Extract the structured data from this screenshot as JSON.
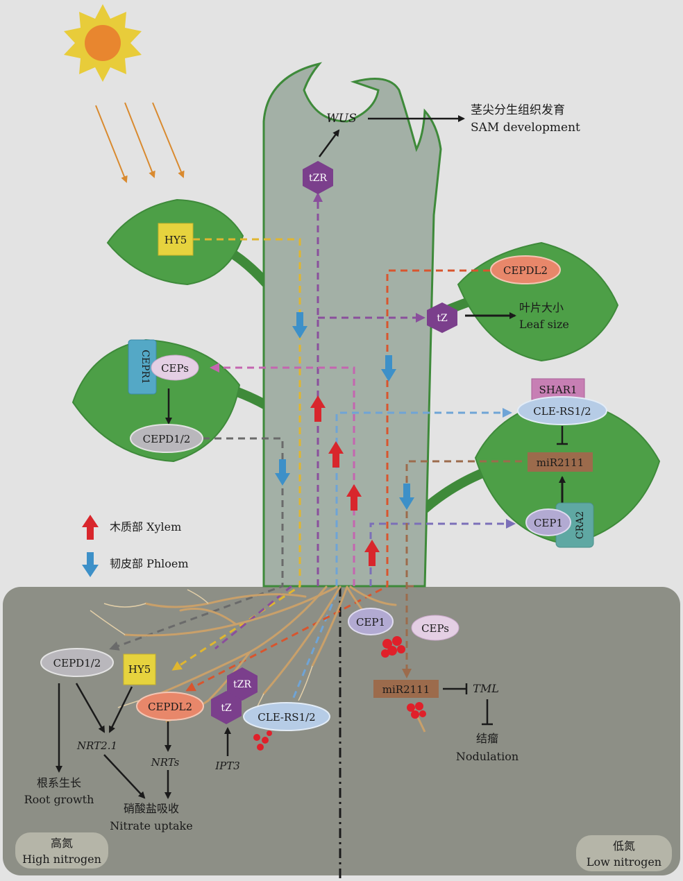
{
  "colors": {
    "background": "#e3e3e3",
    "stem": "#a3b0a6",
    "stem_outline": "#3e8a3a",
    "leaf": "#4d9f47",
    "soil": "#8d8f86",
    "xylem_arrow": "#d8262c",
    "phloem_arrow": "#3d90c8",
    "hy5": "#e6d33e",
    "purple_hex": "#7b3f8c",
    "cepdl2": "#e8876a",
    "cle": "#b6cce6",
    "cepr1": "#54a8c6",
    "cra2": "#5fa8a3",
    "shar1": "#c77fb4",
    "mir2111": "#9c6b4c"
  },
  "icons": [
    "sun-icon",
    "xylem-arrow-icon",
    "phloem-arrow-icon",
    "berry-cluster-icon"
  ],
  "shoot": {
    "wus": "WUS",
    "sam_cn": "茎尖分生组织发育",
    "sam_en": "SAM development",
    "tzr": "tZR",
    "tz": "tZ",
    "leaf_size_cn": "叶片大小",
    "leaf_size_en": "Leaf size",
    "hy5": "HY5",
    "cepdl2": "CEPDL2",
    "cepr1": "CEPR1",
    "ceps": "CEPs",
    "cepd12": "CEPD1/2",
    "shar1": "SHAR1",
    "clers12": "CLE-RS1/2",
    "mir2111": "miR2111",
    "cep1": "CEP1",
    "cra2": "CRA2"
  },
  "legend": {
    "xylem": "木质部 Xylem",
    "phloem": "韧皮部 Phloem"
  },
  "root": {
    "cepd12": "CEPD1/2",
    "hy5": "HY5",
    "cepdl2": "CEPDL2",
    "tzr": "tZR",
    "tz": "tZ",
    "clers12": "CLE-RS1/2",
    "nrt21": "NRT2.1",
    "nrts": "NRTs",
    "ipt3": "IPT3",
    "root_growth_cn": "根系生长",
    "root_growth_en": "Root growth",
    "nitrate_cn": "硝酸盐吸收",
    "nitrate_en": "Nitrate uptake",
    "cep1": "CEP1",
    "ceps": "CEPs",
    "mir2111": "miR2111",
    "tml": "TML",
    "nod_cn": "结瘤",
    "nod_en": "Nodulation",
    "high_cn": "高氮",
    "high_en": "High nitrogen",
    "low_cn": "低氮",
    "low_en": "Low nitrogen"
  }
}
